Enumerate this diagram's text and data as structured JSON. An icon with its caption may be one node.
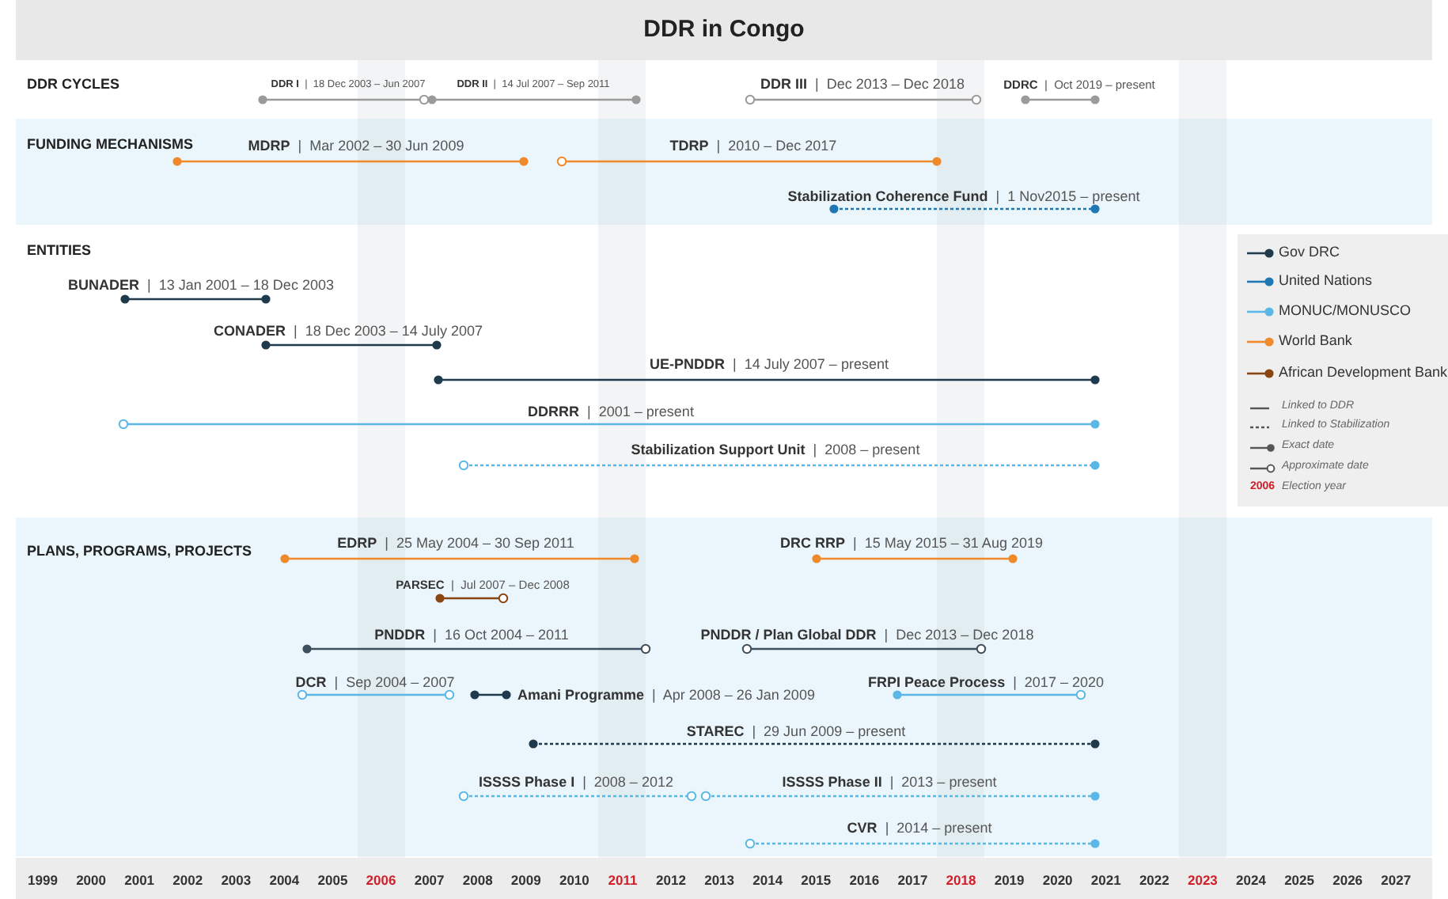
{
  "diagram": {
    "title": "DDR in Congo",
    "labels": [
      "DDR CYCLES",
      "**DDR I** | 18 Dec 2003 – Jun 2007",
      "**DDR II** | 14 Jul 2007 – Sep 2011",
      "**DDR III** | Dec 2013 – Dec 2018",
      "**DDRC** | Oct 2019 – present",
      "FUNDING MECHANISMS",
      "**MDRP** | Mar 2002 – 30 Jun 2009",
      "**TDRP** | 2010 – Dec 2017",
      "**Stabilization Coherence Fund** | 1 Nov2015 – present",
      "ENTITIES",
      "**BUNADER** | 13 Jan 2001 – 18 Dec 2003",
      "**CONADER** | 18 Dec 2003 – 14 July 2007",
      "**UE-PNDDR** | 14 July 2007 – present",
      "**DDRRR** | 2001 – present",
      "**Stabilization Support Unit** | 2008 – present",
      "PLANS, PROGRAMS, PROJECTS",
      "**EDRP** | 25 May 2004 – 30 Sep 2011",
      "**DRC RRP** | 15 May 2015 – 31 Aug 2019",
      "**PARSEC** | Jul 2007 – Dec 2008",
      "**PNDDR** | 16 Oct 2004 – 2011",
      "**PNDDR / Plan Global DDR** | Dec 2013 – Dec 2018",
      "**DCR** | Sep 2004 – 2007",
      "**Amani Programme** | Apr 2008 – 26 Jan 2009",
      "**FRPI Peace Process** | 2017 – 2020",
      "**STAREC** | 29 Jun 2009 – present",
      "**ISSSS Phase I** | 2008 – 2012",
      "**ISSSS Phase II** | 2013 – present",
      "**CVR** | 2014 – present",
      "1999",
      "2000",
      "2001",
      "2002",
      "2003",
      "2004",
      "2005",
      "2006",
      "2007",
      "2008",
      "2009",
      "2010",
      "2011",
      "2012",
      "2013",
      "2014",
      "2015",
      "2016",
      "2017",
      "2018",
      "2019",
      "2020",
      "2021",
      "2022",
      "2023",
      "2024",
      "2025",
      "2026",
      "2027",
      "2006"
    ],
    "legend": [
      {
        "text": "Gov DRC",
        "color": "#1f3a4d"
      },
      {
        "text": "United Nations",
        "color": "#1f78b4"
      },
      {
        "text": "MONUC/MONUSCO",
        "color": "#5bb8e6"
      },
      {
        "text": "World Bank",
        "color": "#f0892a"
      },
      {
        "text": "African Development Bank",
        "color": "#8b4513"
      },
      {
        "text": "Linked to DDR"
      },
      {
        "text": "Linked to Stabilization"
      },
      {
        "text": "Exact date"
      },
      {
        "text": "Approximate date"
      },
      {
        "text": "Election year"
      }
    ]
  }
}
